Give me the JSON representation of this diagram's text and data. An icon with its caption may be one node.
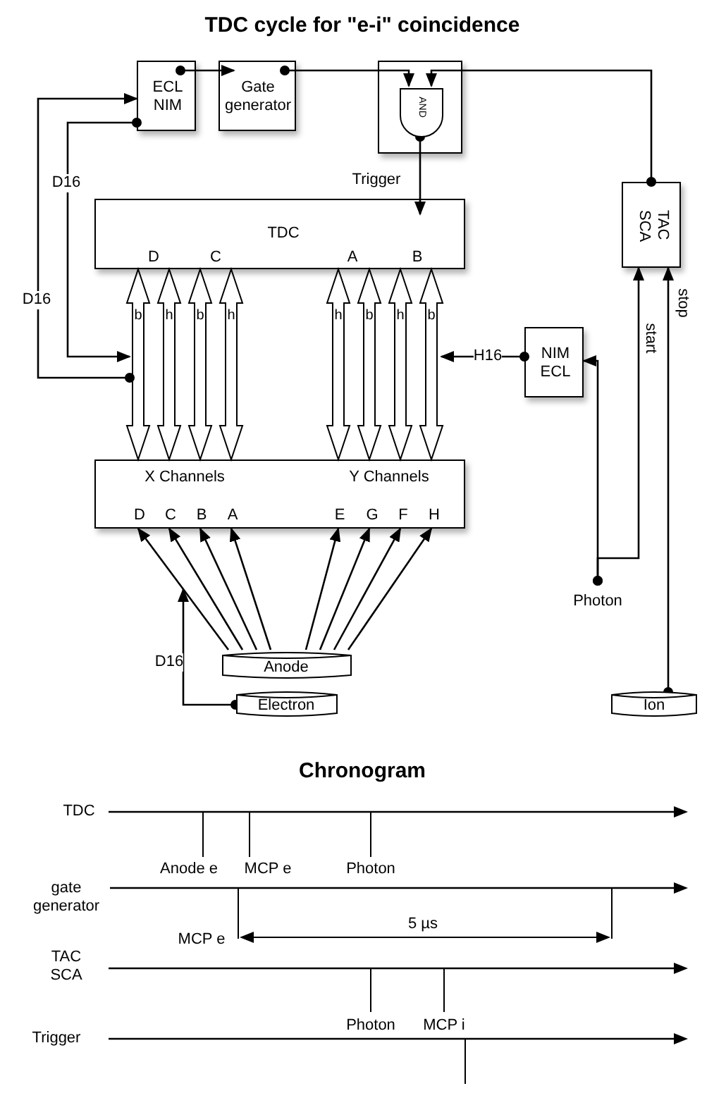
{
  "diagram": {
    "title": "TDC cycle for \"e-i\" coincidence",
    "nodes": [
      {
        "text": [
          "ECL NIM"
        ]
      },
      {
        "text": [
          "Gate generator"
        ]
      },
      {
        "text": [
          "AND"
        ]
      },
      {
        "text": [
          "TAC SCA"
        ]
      },
      {
        "text": [
          "TDC",
          "D",
          "C",
          "A",
          "B"
        ]
      },
      {
        "text": [
          "NIM ECL"
        ]
      },
      {
        "text": [
          "X Channels",
          "Y Channels",
          "D",
          "C",
          "B",
          "A",
          "E",
          "G",
          "F",
          "H"
        ]
      },
      {
        "text": [
          "Photon"
        ]
      },
      {
        "text": [
          "Anode"
        ]
      },
      {
        "text": [
          "Electron"
        ]
      },
      {
        "text": [
          "Ion"
        ]
      }
    ],
    "edges": [
      {
        "from": 0,
        "to": 1,
        "arrow": "to"
      },
      {
        "from": 1,
        "to": 2,
        "arrow": "to"
      },
      {
        "from": 3,
        "to": 2,
        "arrow": "to"
      },
      {
        "from": 2,
        "to": 4,
        "arrow": "to",
        "label": "Trigger"
      },
      {
        "from": 4,
        "to": 6,
        "arrow": "both",
        "label": "b"
      },
      {
        "from": 4,
        "to": 6,
        "arrow": "both",
        "label": "h"
      },
      {
        "from": 4,
        "to": 6,
        "arrow": "both",
        "label": "b"
      },
      {
        "from": 4,
        "to": 6,
        "arrow": "both",
        "label": "h"
      },
      {
        "from": 4,
        "to": 6,
        "arrow": "both",
        "label": "h"
      },
      {
        "from": 4,
        "to": 6,
        "arrow": "both",
        "label": "b"
      },
      {
        "from": 4,
        "to": 6,
        "arrow": "both",
        "label": "h"
      },
      {
        "from": 4,
        "to": 6,
        "arrow": "both",
        "label": "b"
      },
      {
        "from": null,
        "to": 0,
        "arrow": "to",
        "label": "D16"
      },
      {
        "from": 0,
        "to": null,
        "arrow": "to",
        "label": "D16"
      },
      {
        "from": 5,
        "to": null,
        "arrow": "to",
        "label": "H16"
      },
      {
        "from": 7,
        "to": 5,
        "arrow": "to"
      },
      {
        "from": 7,
        "to": 3,
        "arrow": "to",
        "label": "start"
      },
      {
        "from": 10,
        "to": 3,
        "arrow": "to",
        "label": "stop"
      },
      {
        "from": 9,
        "to": null,
        "arrow": "to",
        "label": "D16"
      },
      {
        "from": 8,
        "to": 6,
        "arrow": "to"
      },
      {
        "from": 8,
        "to": 6,
        "arrow": "to"
      },
      {
        "from": 8,
        "to": 6,
        "arrow": "to"
      },
      {
        "from": 8,
        "to": 6,
        "arrow": "to"
      },
      {
        "from": 8,
        "to": 6,
        "arrow": "to"
      },
      {
        "from": 8,
        "to": 6,
        "arrow": "to"
      },
      {
        "from": 8,
        "to": 6,
        "arrow": "to"
      },
      {
        "from": 8,
        "to": 6,
        "arrow": "to"
      }
    ],
    "labels": [
      "Chronogram",
      "TDC",
      "Anode e",
      "MCP e",
      "Photon",
      "gate generator",
      "MCP e",
      "5 µs",
      "TAC SCA",
      "Photon",
      "MCP i",
      "Trigger"
    ]
  }
}
